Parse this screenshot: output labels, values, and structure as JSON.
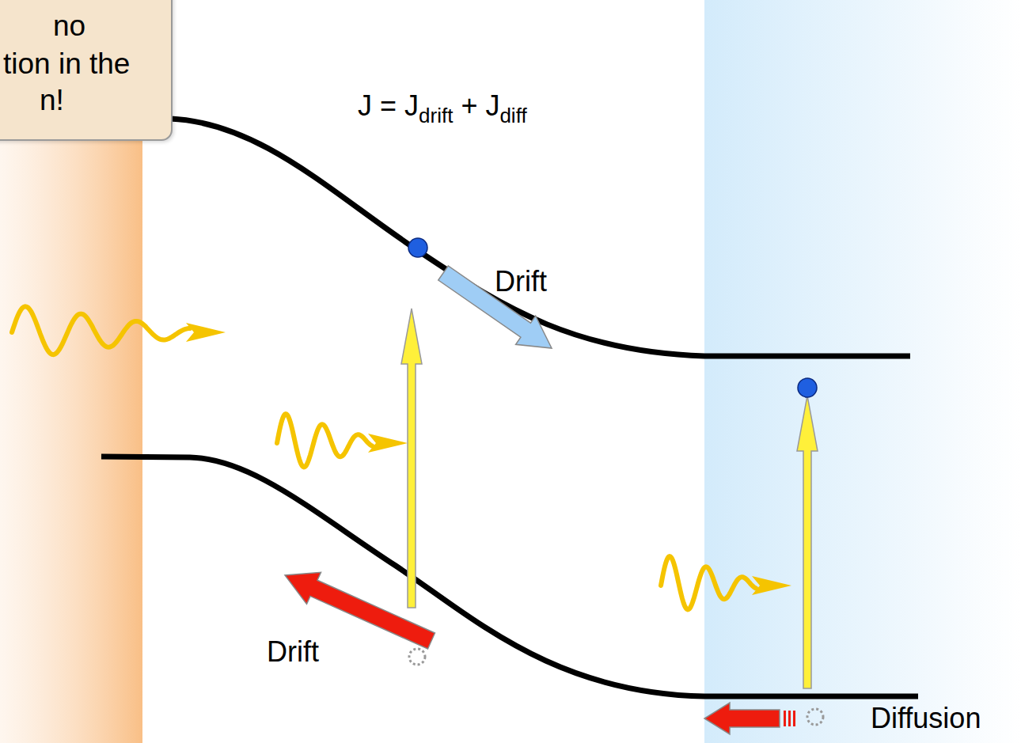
{
  "diagram": {
    "nodes": [
      {
        "text": [
          "no",
          "tion in the",
          "n!"
        ]
      }
    ],
    "labels": [
      "J = J",
      "drift",
      "+ J",
      "diff",
      "Drift",
      "Drift",
      "Diffusion"
    ]
  }
}
